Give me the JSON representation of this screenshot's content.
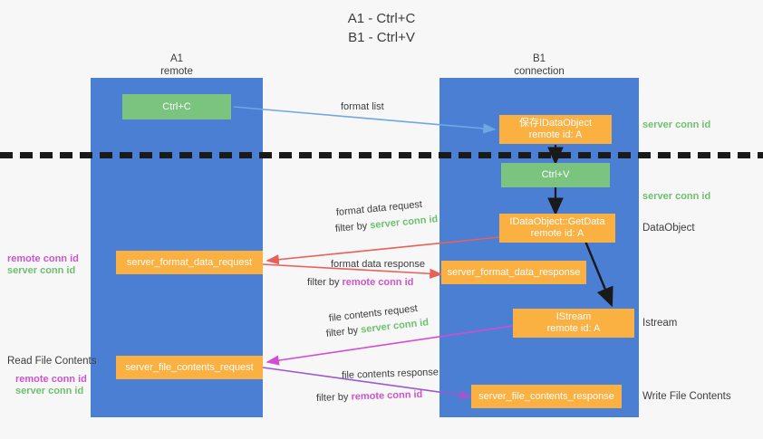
{
  "title": "A1 - Ctrl+C\nB1 - Ctrl+V",
  "colors": {
    "background": "#f7f7f7",
    "lane": "#4a7fd4",
    "box_green": "#7ac47f",
    "box_orange": "#fbb042",
    "server_conn": "#6fc06f",
    "remote_conn": "#cc55cc",
    "arrow_blue": "#6fa8e0",
    "arrow_red": "#e8605a",
    "arrow_magenta": "#d44bd4",
    "arrow_purple": "#9b59d0",
    "arrow_black": "#1a1a1a",
    "divider": "#1a1a1a"
  },
  "lanes": [
    {
      "id": "a1",
      "header": "A1\nremote"
    },
    {
      "id": "b1",
      "header": "B1\nconnection"
    }
  ],
  "boxes": [
    {
      "id": "ctrl-c",
      "label": "Ctrl+C",
      "style": "green"
    },
    {
      "id": "idataobject-store",
      "label": "保存IDataObject\nremote id: A",
      "style": "orange"
    },
    {
      "id": "ctrl-v",
      "label": "Ctrl+V",
      "style": "green"
    },
    {
      "id": "idataobject-getdata",
      "label": "IDataObject::GetData\nremote id: A",
      "style": "orange"
    },
    {
      "id": "server-format-data-request",
      "label": "server_format_data_request",
      "style": "orange"
    },
    {
      "id": "server-format-data-response",
      "label": "server_format_data_response",
      "style": "orange"
    },
    {
      "id": "istream",
      "label": "IStream\nremote id: A",
      "style": "orange"
    },
    {
      "id": "server-file-contents-request",
      "label": "server_file_contents_request",
      "style": "orange"
    },
    {
      "id": "server-file-contents-response",
      "label": "server_file_contents_response",
      "style": "orange"
    }
  ],
  "right_labels": [
    {
      "id": "server-conn-id-1",
      "text": "server conn id",
      "color": "server"
    },
    {
      "id": "server-conn-id-2",
      "text": "server conn id",
      "color": "server"
    },
    {
      "id": "dataobject",
      "text": "DataObject",
      "color": "plain"
    },
    {
      "id": "istream-label",
      "text": "Istream",
      "color": "plain"
    },
    {
      "id": "write-file",
      "text": "Write File Contents",
      "color": "plain"
    }
  ],
  "left_labels": [
    {
      "id": "format-conn-ids",
      "remote": "remote conn id",
      "server": "server conn id"
    },
    {
      "id": "read-file-title",
      "text": "Read File Contents"
    },
    {
      "id": "file-conn-ids",
      "remote": "remote conn id",
      "server": "server conn id"
    }
  ],
  "edge_labels": [
    {
      "id": "format-list",
      "text": "format list"
    },
    {
      "id": "format-data-request",
      "text": "format data request"
    },
    {
      "id": "format-data-req-filter",
      "prefix": "filter by ",
      "highlight": "server conn id",
      "highlight_color": "green"
    },
    {
      "id": "format-data-response",
      "text": "format data response"
    },
    {
      "id": "format-data-res-filter",
      "prefix": "filter by ",
      "highlight": "remote conn id",
      "highlight_color": "magenta"
    },
    {
      "id": "file-contents-request",
      "text": "file contents request"
    },
    {
      "id": "file-contents-req-filter",
      "prefix": "filter by ",
      "highlight": "server conn id",
      "highlight_color": "green"
    },
    {
      "id": "file-contents-response",
      "text": "file contents response"
    },
    {
      "id": "file-contents-res-filter",
      "prefix": "filter by ",
      "highlight": "remote conn id",
      "highlight_color": "magenta"
    }
  ]
}
